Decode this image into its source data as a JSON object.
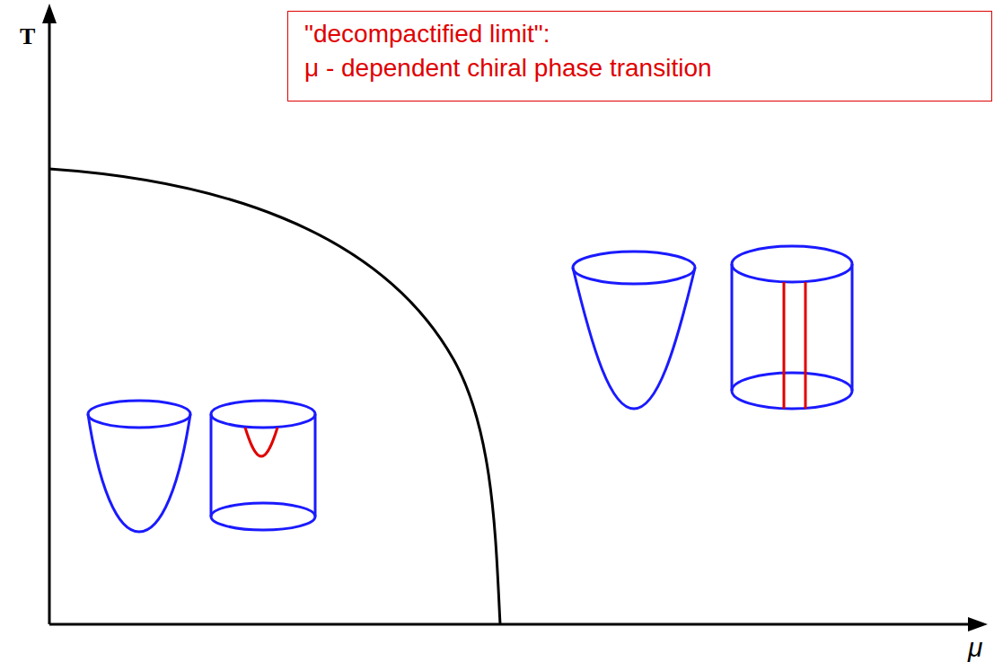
{
  "diagram": {
    "nodes": [
      {
        "text": [
          "\"decompactified limit\":",
          "μ - dependent chiral phase transition"
        ]
      }
    ],
    "labels": [
      "T",
      "μ"
    ]
  }
}
